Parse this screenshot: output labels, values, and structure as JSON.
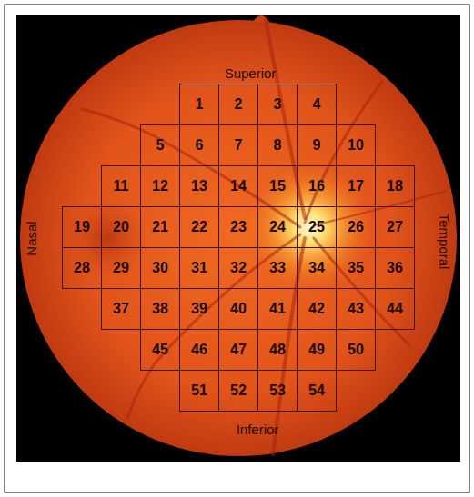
{
  "diagram": {
    "nodes": [
      {
        "text": [
          "1"
        ]
      },
      {
        "text": [
          "2"
        ]
      },
      {
        "text": [
          "3"
        ]
      },
      {
        "text": [
          "4"
        ]
      },
      {
        "text": [
          "5"
        ]
      },
      {
        "text": [
          "6"
        ]
      },
      {
        "text": [
          "7"
        ]
      },
      {
        "text": [
          "8"
        ]
      },
      {
        "text": [
          "9"
        ]
      },
      {
        "text": [
          "10"
        ]
      },
      {
        "text": [
          "11"
        ]
      },
      {
        "text": [
          "12"
        ]
      },
      {
        "text": [
          "13"
        ]
      },
      {
        "text": [
          "14"
        ]
      },
      {
        "text": [
          "15"
        ]
      },
      {
        "text": [
          "16"
        ]
      },
      {
        "text": [
          "17"
        ]
      },
      {
        "text": [
          "18"
        ]
      },
      {
        "text": [
          "19"
        ]
      },
      {
        "text": [
          "20"
        ]
      },
      {
        "text": [
          "21"
        ]
      },
      {
        "text": [
          "22"
        ]
      },
      {
        "text": [
          "23"
        ]
      },
      {
        "text": [
          "24"
        ]
      },
      {
        "text": [
          "25"
        ]
      },
      {
        "text": [
          "26"
        ]
      },
      {
        "text": [
          "27"
        ]
      },
      {
        "text": [
          "28"
        ]
      },
      {
        "text": [
          "29"
        ]
      },
      {
        "text": [
          "30"
        ]
      },
      {
        "text": [
          "31"
        ]
      },
      {
        "text": [
          "32"
        ]
      },
      {
        "text": [
          "33"
        ]
      },
      {
        "text": [
          "34"
        ]
      },
      {
        "text": [
          "35"
        ]
      },
      {
        "text": [
          "36"
        ]
      },
      {
        "text": [
          "37"
        ]
      },
      {
        "text": [
          "38"
        ]
      },
      {
        "text": [
          "39"
        ]
      },
      {
        "text": [
          "40"
        ]
      },
      {
        "text": [
          "41"
        ]
      },
      {
        "text": [
          "42"
        ]
      },
      {
        "text": [
          "43"
        ]
      },
      {
        "text": [
          "44"
        ]
      },
      {
        "text": [
          "45"
        ]
      },
      {
        "text": [
          "46"
        ]
      },
      {
        "text": [
          "47"
        ]
      },
      {
        "text": [
          "48"
        ]
      },
      {
        "text": [
          "49"
        ]
      },
      {
        "text": [
          "50"
        ]
      },
      {
        "text": [
          "51"
        ]
      },
      {
        "text": [
          "52"
        ]
      },
      {
        "text": [
          "53"
        ]
      },
      {
        "text": [
          "54"
        ]
      }
    ],
    "labels": [
      "Superior",
      "Nasal",
      "Temporal",
      "Inferior"
    ]
  }
}
